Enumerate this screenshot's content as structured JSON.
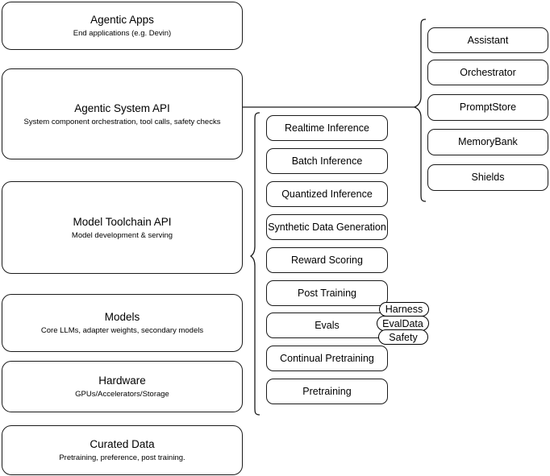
{
  "diagram": {
    "title": "AI Stack Layers Architecture Diagram",
    "background_color": "#ffffff",
    "stroke_color": "#1a1a1a"
  },
  "stack_layers": [
    {
      "id": "agentic-apps",
      "title": "Agentic Apps",
      "subtitle": "End applications (e.g. Devin)"
    },
    {
      "id": "agentic-system-api",
      "title": "Agentic System API",
      "subtitle": "System component orchestration, tool calls, safety checks"
    },
    {
      "id": "model-toolchain-api",
      "title": "Model Toolchain API",
      "subtitle": "Model development & serving"
    },
    {
      "id": "models",
      "title": "Models",
      "subtitle": "Core LLMs, adapter weights, secondary models"
    },
    {
      "id": "hardware",
      "title": "Hardware",
      "subtitle": "GPUs/Accelerators/Storage"
    },
    {
      "id": "curated-data",
      "title": "Curated Data",
      "subtitle": "Pretraining, preference, post training."
    }
  ],
  "toolchain_components": [
    {
      "id": "realtime-inference",
      "label": "Realtime Inference"
    },
    {
      "id": "batch-inference",
      "label": "Batch Inference"
    },
    {
      "id": "quantized-inference",
      "label": "Quantized Inference"
    },
    {
      "id": "synthetic-data-generation",
      "label": "Synthetic Data Generation"
    },
    {
      "id": "reward-scoring",
      "label": "Reward Scoring"
    },
    {
      "id": "post-training",
      "label": "Post Training"
    },
    {
      "id": "evals",
      "label": "Evals"
    },
    {
      "id": "continual-pretraining",
      "label": "Continual Pretraining"
    },
    {
      "id": "pretraining",
      "label": "Pretraining"
    }
  ],
  "evals_tags": [
    {
      "id": "harness",
      "label": "Harness"
    },
    {
      "id": "evaldata",
      "label": "EvalData"
    },
    {
      "id": "safety",
      "label": "Safety"
    }
  ],
  "agentic_system_components": [
    {
      "id": "assistant",
      "label": "Assistant"
    },
    {
      "id": "orchestrator",
      "label": "Orchestrator"
    },
    {
      "id": "promptstore",
      "label": "PromptStore"
    },
    {
      "id": "memorybank",
      "label": "MemoryBank"
    },
    {
      "id": "shields",
      "label": "Shields"
    }
  ]
}
